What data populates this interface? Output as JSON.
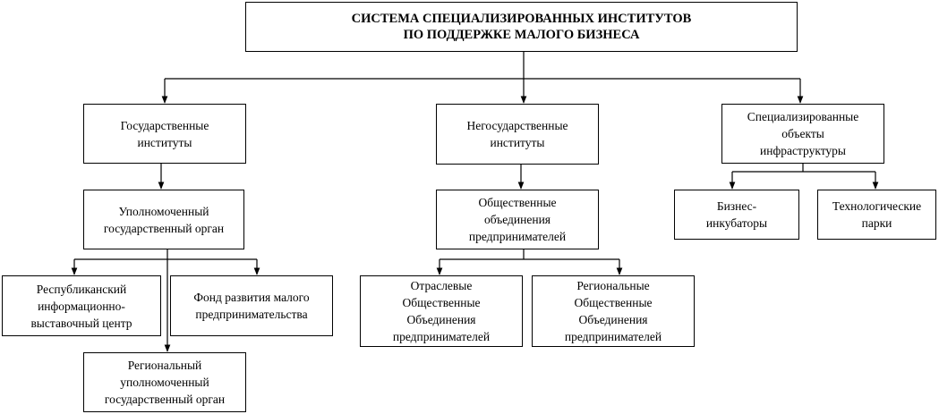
{
  "title": "СИСТЕМА СПЕЦИАЛИЗИРОВАННЫХ ИНСТИТУТОВ\nПО ПОДДЕРЖКЕ МАЛОГО БИЗНЕСА",
  "nodes": {
    "state_institutions": "Государственные\nинституты",
    "nonstate_institutions": "Негосударственные\nинституты",
    "specialized_infrastructure": "Специализированные\nобъекты\nинфраструктуры",
    "authorized_state_body": "Уполномоченный\nгосударственный орган",
    "public_associations": "Общественные\nобъединения\nпредпринимателей",
    "business_incubators": "Бизнес-\nинкубаторы",
    "technology_parks": "Технологические\nпарки",
    "republican_center": "Республиканский\nинформационно-\nвыставочный центр",
    "development_fund": "Фонд развития малого\nпредпринимательства",
    "sector_associations": "Отраслевые\nОбщественные\nОбъединения\nпредпринимателей",
    "regional_associations": "Региональные\nОбщественные\nОбъединения\nпредпринимателей",
    "regional_authorized_body": "Региональный\nуполномоченный\nгосударственный орган"
  }
}
